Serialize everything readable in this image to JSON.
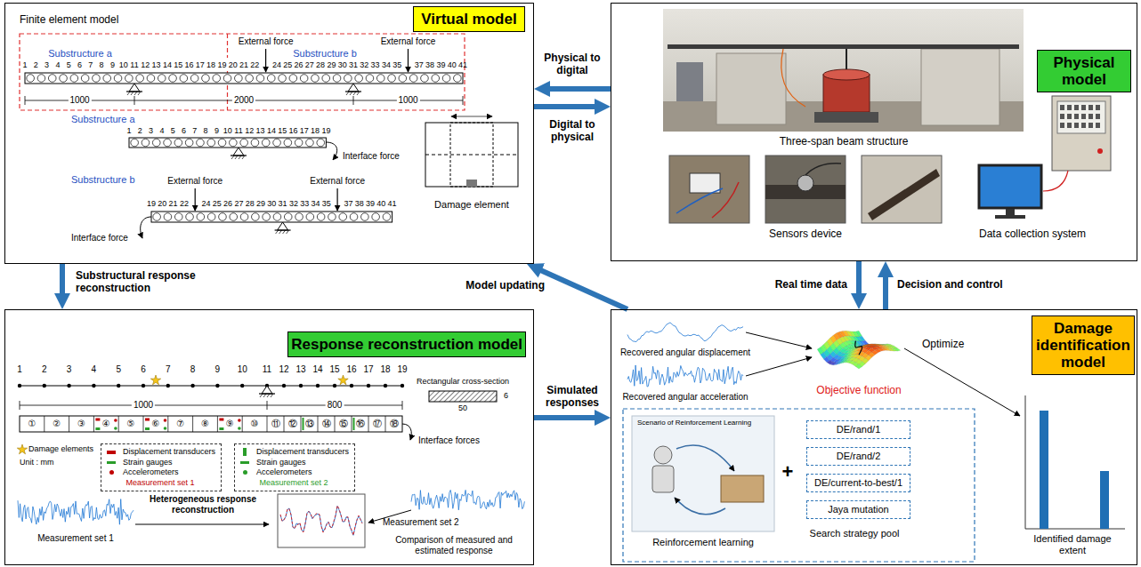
{
  "diagram": {
    "nodes": [
      {
        "text": [
          "Virtual model"
        ]
      },
      {
        "text": [
          "Physical model"
        ]
      },
      {
        "text": [
          "Response reconstruction model"
        ]
      },
      {
        "text": [
          "Damage identification model"
        ]
      },
      {
        "text": [
          "Displacement transducers",
          "Strain gauges",
          "Accelerometers",
          "Measurement set 1"
        ],
        "in": 2
      },
      {
        "text": [
          "Displacement transducers",
          "Strain gauges",
          "Accelerometers",
          "Measurement set 2"
        ],
        "in": 2
      },
      {
        "text": [
          "DE/rand/1"
        ],
        "in": 3
      },
      {
        "text": [
          "DE/rand/2"
        ],
        "in": 3
      },
      {
        "text": [
          "DE/current-to-best/1"
        ],
        "in": 3
      },
      {
        "text": [
          "Jaya mutation"
        ],
        "in": 3
      }
    ],
    "edges": [
      {
        "from": 1,
        "to": 0,
        "label": "Physical to digital",
        "arrow": "to"
      },
      {
        "from": 0,
        "to": 1,
        "label": "Digital to physical",
        "arrow": "to"
      },
      {
        "from": 0,
        "to": 2,
        "label": "Substructural response reconstruction",
        "arrow": "to"
      },
      {
        "from": 3,
        "to": 0,
        "label": "Model updating",
        "arrow": "to"
      },
      {
        "from": 1,
        "to": 3,
        "label": "Real time data",
        "arrow": "to"
      },
      {
        "from": 3,
        "to": 1,
        "label": "Decision and control",
        "arrow": "to"
      },
      {
        "from": 2,
        "to": 3,
        "label": "Simulated responses",
        "arrow": "to"
      }
    ],
    "labels": [
      "Finite element model",
      "Substructure a",
      "External force",
      "Substructure b",
      "External force",
      "1",
      "2",
      "3",
      "4",
      "5",
      "6",
      "7",
      "8",
      "9",
      "10",
      "11",
      "12",
      "13",
      "14",
      "15",
      "16",
      "17",
      "18",
      "19",
      "20",
      "21",
      "22",
      "24",
      "25",
      "26",
      "27",
      "28",
      "29",
      "30",
      "31",
      "32",
      "33",
      "34",
      "35",
      "37",
      "38",
      "39",
      "40",
      "41",
      "1000",
      "2000",
      "1000",
      "Substructure a",
      "1",
      "2",
      "3",
      "4",
      "5",
      "6",
      "7",
      "8",
      "9",
      "10",
      "11",
      "12",
      "13",
      "14",
      "15",
      "16",
      "17",
      "18",
      "19",
      "Interface force",
      "Substructure b",
      "External force",
      "External force",
      "19",
      "20",
      "21",
      "22",
      "24",
      "25",
      "26",
      "27",
      "28",
      "29",
      "30",
      "31",
      "32",
      "33",
      "34",
      "35",
      "37",
      "38",
      "39",
      "40",
      "41",
      "Interface force",
      "Damage element",
      "Three-span beam structure",
      "Sensors device",
      "Data collection system",
      "1",
      "2",
      "3",
      "4",
      "5",
      "6",
      "7",
      "8",
      "9",
      "10",
      "11",
      "12",
      "13",
      "14",
      "15",
      "16",
      "17",
      "18",
      "19",
      "1000",
      "800",
      "①",
      "②",
      "③",
      "④",
      "⑤",
      "⑥",
      "⑦",
      "⑧",
      "⑨",
      "⑩",
      "⑪",
      "⑫",
      "⑬",
      "⑭",
      "⑮",
      "⑯",
      "⑰",
      "⑱",
      "Rectangular cross-section",
      "50",
      "6",
      "Damage elements",
      "Unit : mm",
      "Interface forces",
      "Measurement set 1",
      "Heterogeneous response reconstruction",
      "Measurement set 2",
      "Comparison of measured and estimated response",
      "Recovered angular displacement",
      "Recovered angular acceleration",
      "Objective function",
      "Optimize",
      "Scenario of Reinforcement Learning",
      "Reinforcement learning",
      "+",
      "Search strategy pool",
      "Identified damage extent"
    ]
  }
}
